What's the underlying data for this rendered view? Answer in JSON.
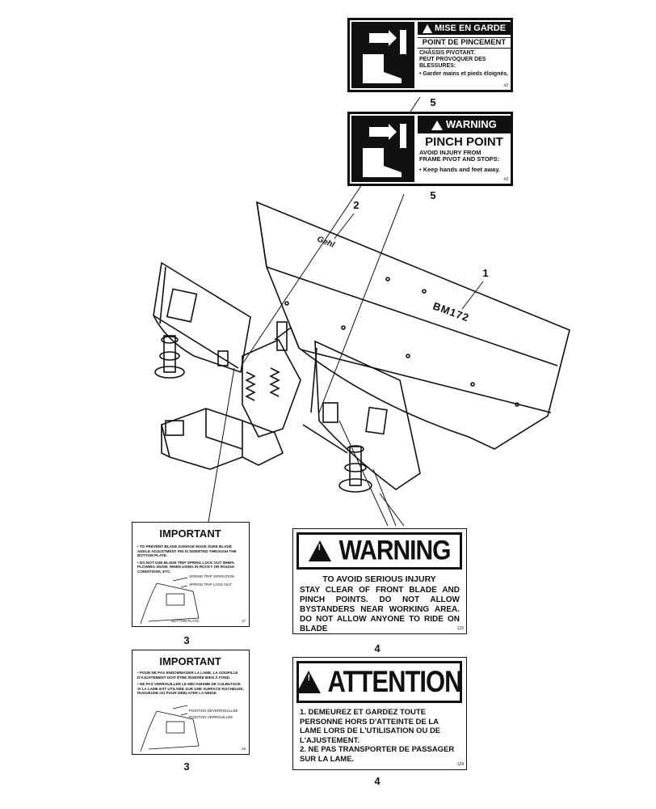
{
  "colors": {
    "ink": "#111111",
    "paper": "#ffffff"
  },
  "callouts": {
    "c1": "1",
    "c2": "2",
    "c3a": "3",
    "c3b": "3",
    "c4a": "4",
    "c4b": "4",
    "c5a": "5",
    "c5b": "5"
  },
  "blade": {
    "brand": "BM172",
    "logo": "Gehl"
  },
  "decal_fr_pinch": {
    "header": "MISE EN GARDE",
    "title": "POINT DE PINCEMENT",
    "line1": "CHÂSSIS PIVOTANT.",
    "line2": "PEUT PROVOQUER DES",
    "line3": "BLESSURES:",
    "bullet": "• Garder mains et pieds éloignés.",
    "code": "ri2"
  },
  "decal_en_pinch": {
    "header": "WARNING",
    "title": "PINCH POINT",
    "line1": "AVOID INJURY FROM",
    "line2": "FRAME PIVOT AND STOPS:",
    "bullet": "• Keep hands and feet away.",
    "code": "ri3"
  },
  "decal_important_en": {
    "title": "IMPORTANT",
    "bullet1": "• TO PREVENT BLADE DAMAGE MAKE SURE BLADE ANGLE ADJUSTMENT PIN IS INSERTED THROUGH THE BOTTOM PLATE.",
    "bullet2": "• DO NOT USE BLADE TRIP SPRING LOCK OUT WHEN PLOWING SNOW, WHEN USING IN ROCKY OR ROUGH CONDITIONS, ETC.",
    "label1": "SPRING TRIP OPERATION",
    "label2": "SPRING TRIP LOCK OUT",
    "label3": "BOTTOM PLATE",
    "code": "17"
  },
  "decal_important_fr": {
    "title": "IMPORTANT",
    "bullet1": "• POUR NE PAS ENDOMMAGER LA LAME, LA GOUPILLE D'AJUSTEMENT DOIT ÊTRE INSÉRÉE BIEN À FOND.",
    "bullet2": "• NE PAS VERROUILLER LE MÉCANISME DE CULBUTAGE SI LA LAME EST UTILISÉE SUR UNE SURFACE ROCHEUSE, RUGUEUSE OU POUR DÉBLAYER LA NEIGE.",
    "label1": "POSITION DÉVERROUILLÉE",
    "label2": "POSITION VERROUILLÉE",
    "code": "18"
  },
  "decal_warning": {
    "header": "WARNING",
    "title": "TO AVOID SERIOUS INJURY",
    "body": "STAY CLEAR OF FRONT BLADE AND PINCH POINTS. DO NOT ALLOW BYSTANDERS NEAR WORKING AREA. DO NOT ALLOW ANYONE TO RIDE ON BLADE",
    "code": "123"
  },
  "decal_attention": {
    "header": "ATTENTION",
    "item1": "1. DEMEUREZ ET GARDEZ TOUTE PERSONNE HORS D'ATTEINTE DE LA LAME LORS DE L'UTILISATION OU DE L'AJUSTEMENT.",
    "item2": "2. NE PAS TRANSPORTER DE PASSAGER SUR LA LAME.",
    "code": "124"
  }
}
